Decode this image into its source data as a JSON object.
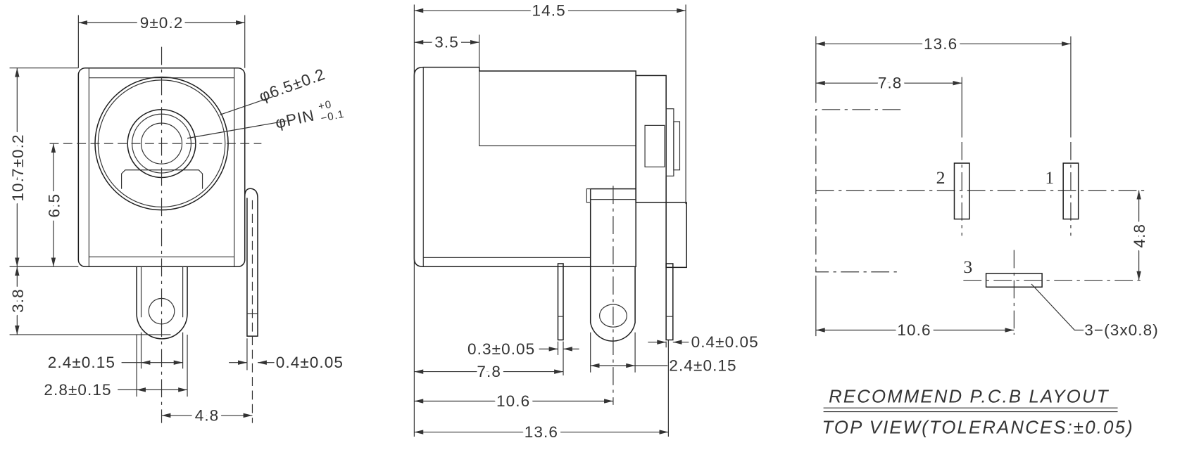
{
  "front_view": {
    "width": "9±0.2",
    "height": "10.7±0.2",
    "center_height": "6.5",
    "pin_length": "3.8",
    "outer_diameter": "φ6.5±0.2",
    "pin_label": "φPIN",
    "pin_tol_upper": "+0",
    "pin_tol_lower": "−0.1",
    "tab_inner_width": "2.4±0.15",
    "tab_outer_width": "2.8±0.15",
    "side_pin_thickness": "0.4±0.05",
    "side_pin_offset": "4.8"
  },
  "side_view": {
    "overall_length": "14.5",
    "front_offset": "3.5",
    "pin_thickness_left": "0.3±0.05",
    "pin_thickness_right": "0.4±0.05",
    "tab_width": "2.4±0.15",
    "dist_pin2": "7.8",
    "dist_pin3": "10.6",
    "dist_pin1": "13.6"
  },
  "pcb_layout": {
    "dist_pin1": "13.6",
    "dist_pin2": "7.8",
    "dist_pin3": "10.6",
    "pin3_offset": "4.8",
    "pad_labels": [
      "1",
      "2",
      "3"
    ],
    "pad_spec": "3−(3x0.8)",
    "title": "RECOMMEND P.C.B LAYOUT",
    "subtitle": "TOP VIEW(TOLERANCES:±0.05)"
  }
}
